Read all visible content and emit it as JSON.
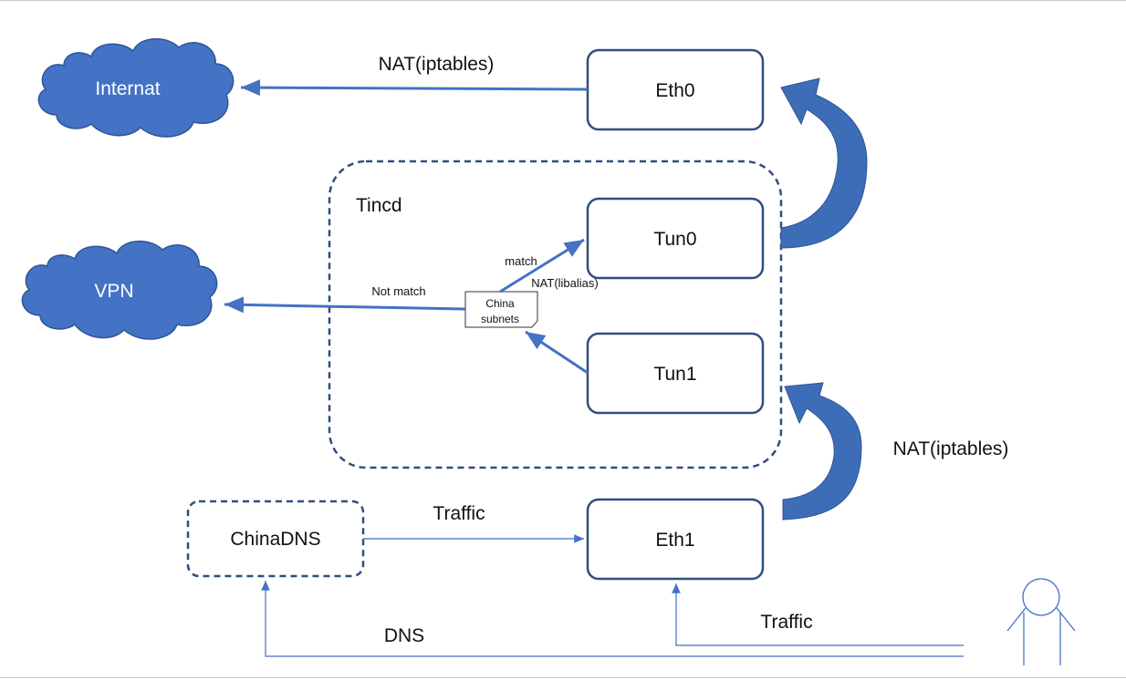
{
  "nodes": {
    "eth0": "Eth0",
    "tun0": "Tun0",
    "tun1": "Tun1",
    "eth1": "Eth1",
    "chinadns": "ChinaDNS",
    "china_subnets_line1": "China",
    "china_subnets_line2": "subnets"
  },
  "clouds": {
    "internet": "Internat",
    "vpn": "VPN"
  },
  "groups": {
    "tincd": "Tincd"
  },
  "edges": {
    "eth0_to_internet": "NAT(iptables)",
    "eth1_to_tun1": "NAT(iptables)",
    "subnets_to_vpn": "Not match",
    "subnets_to_tun0_match": "match",
    "subnets_to_tun0_nat": "NAT(libalias)",
    "chinadns_to_eth1": "Traffic",
    "user_to_eth1": "Traffic",
    "user_to_chinadns": "DNS"
  },
  "colors": {
    "accent": "#4472C4",
    "box_stroke": "#2F4F7F",
    "dash_stroke": "#2F4F7F",
    "curve_fill": "#3E6DB8"
  }
}
